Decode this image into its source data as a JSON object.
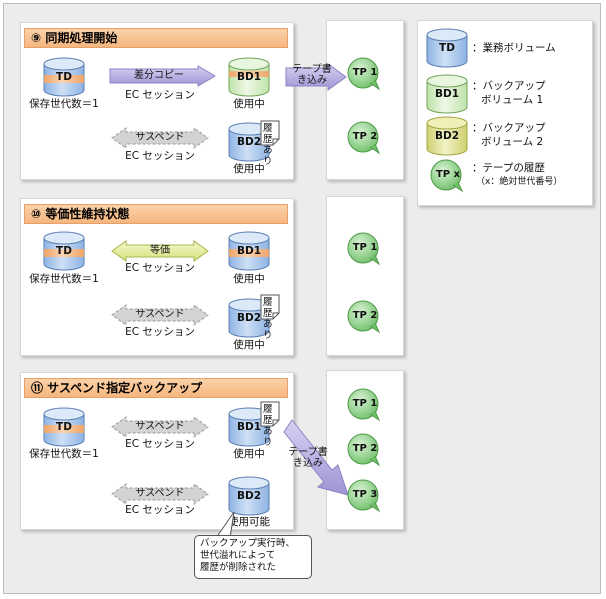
{
  "sections": [
    {
      "title": "⑨ 同期処理開始",
      "td": "TD",
      "td_caption": "保存世代数＝1",
      "arrow1_label": "差分コピー",
      "arrow1_caption": "EC セッション",
      "bd1": "BD1",
      "bd1_caption": "使用中",
      "arrow2_label": "サスペンド",
      "arrow2_caption": "EC セッション",
      "bd2": "BD2",
      "bd2_caption": "使用中",
      "bd2_note": "履歴あり",
      "tape_write": "テープ書き込み",
      "tapes": [
        "TP 1",
        "TP 2"
      ]
    },
    {
      "title": "⑩ 等価性維持状態",
      "td": "TD",
      "td_caption": "保存世代数＝1",
      "arrow1_label": "等価",
      "arrow1_caption": "EC セッション",
      "bd1": "BD1",
      "bd1_caption": "使用中",
      "arrow2_label": "サスペンド",
      "arrow2_caption": "EC セッション",
      "bd2": "BD2",
      "bd2_caption": "使用中",
      "bd2_note": "履歴あり",
      "tapes": [
        "TP 1",
        "TP 2"
      ]
    },
    {
      "title": "⑪ サスペンド指定バックアップ",
      "td": "TD",
      "td_caption": "保存世代数＝1",
      "arrow1_label": "サスペンド",
      "arrow1_caption": "EC セッション",
      "bd1": "BD1",
      "bd1_caption": "使用中",
      "bd1_note": "履歴あり",
      "arrow2_label": "サスペンド",
      "arrow2_caption": "EC セッション",
      "bd2": "BD2",
      "bd2_caption": "使用可能",
      "tape_write": "テープ書き込み",
      "tapes": [
        "TP 1",
        "TP 2",
        "TP 3"
      ],
      "callout": [
        "バックアップ実行時、",
        "世代溢れによって",
        "履歴が削除された"
      ]
    }
  ],
  "legend": {
    "td": "TD",
    "td_desc": "：業務ボリューム",
    "bd1": "BD1",
    "bd1_desc1": "：バックアップ",
    "bd1_desc2": "ボリューム 1",
    "bd2": "BD2",
    "bd2_desc1": "：バックアップ",
    "bd2_desc2": "ボリューム 2",
    "tp": "TP x",
    "tp_desc1": "：テープの履歴",
    "tp_desc2": "（x：絶対世代番号）"
  },
  "colors": {
    "td_body": "#aac8ec",
    "td_band": "#f3b987",
    "bd1_body": "#d6efc6",
    "bd2_body": "#e2e39a",
    "tape": "#8fcf8a",
    "arrow_copy": "#b9b3e0",
    "arrow_equal": "#e6ef9e",
    "arrow_suspend": "#d0d0d0"
  }
}
